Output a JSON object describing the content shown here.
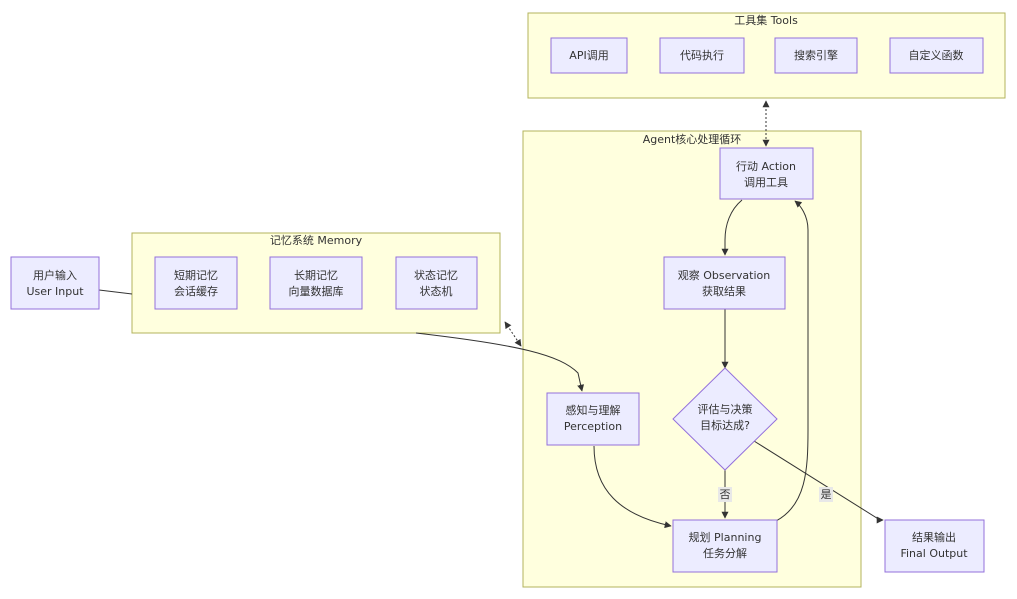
{
  "clusters": {
    "tools": {
      "title": "工具集 Tools"
    },
    "agent_core": {
      "title": "Agent核心处理循环"
    },
    "memory": {
      "title": "记忆系统 Memory"
    }
  },
  "nodes": {
    "user_input": {
      "line1": "用户输入",
      "line2": "User Input"
    },
    "short_term_memory": {
      "line1": "短期记忆",
      "line2": "会话缓存"
    },
    "long_term_memory": {
      "line1": "长期记忆",
      "line2": "向量数据库"
    },
    "state_memory": {
      "line1": "状态记忆",
      "line2": "状态机"
    },
    "api_call": {
      "line1": "API调用"
    },
    "code_exec": {
      "line1": "代码执行"
    },
    "search_engine": {
      "line1": "搜索引擎"
    },
    "custom_func": {
      "line1": "自定义函数"
    },
    "action": {
      "line1": "行动 Action",
      "line2": "调用工具"
    },
    "observation": {
      "line1": "观察 Observation",
      "line2": "获取结果"
    },
    "evaluate": {
      "line1": "评估与决策",
      "line2": "目标达成?"
    },
    "perception": {
      "line1": "感知与理解",
      "line2": "Perception"
    },
    "planning": {
      "line1": "规划 Planning",
      "line2": "任务分解"
    },
    "final_output": {
      "line1": "结果输出",
      "line2": "Final Output"
    }
  },
  "edges": {
    "no_label": "否",
    "yes_label": "是"
  },
  "colors": {
    "cluster_fill": "#ffffde",
    "cluster_stroke": "#b3b35c",
    "node_fill": "#ececff",
    "node_stroke": "#9370db",
    "edge": "#333333"
  }
}
